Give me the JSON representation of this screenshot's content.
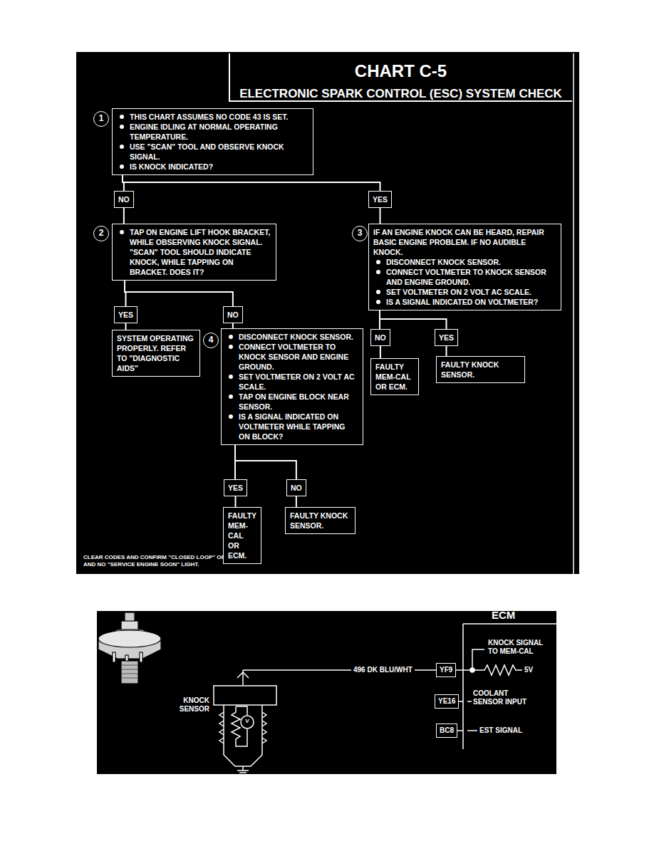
{
  "diagram": {
    "title": "CHART C-5",
    "caption": "CLEAR CODES AND CONFIRM \"CLOSED LOOP\" OPERATION AND NO \"SERVICE ENGINE SOON\" LIGHT.",
    "nodes": [
      {
        "text": [
          "THIS CHART ASSUMES NO CODE 43 IS SET.",
          "ENGINE IDLING AT NORMAL OPERATING TEMPERATURE.",
          "USE \"SCAN\" TOOL AND OBSERVE KNOCK SIGNAL.",
          "IS KNOCK INDICATED?"
        ]
      },
      {
        "text": [
          "NO"
        ]
      },
      {
        "text": [
          "YES"
        ]
      },
      {
        "text": [
          "TAP ON ENGINE LIFT HOOK BRACKET, WHILE OBSERVING KNOCK SIGNAL. \"SCAN\" TOOL SHOULD INDICATE KNOCK, WHILE TAPPING ON BRACKET. DOES IT?"
        ]
      },
      {
        "text": [
          "IF AN ENGINE KNOCK CAN BE HEARD, REPAIR BASIC ENGINE PROBLEM. IF NO AUDIBLE KNOCK.",
          "DISCONNECT KNOCK SENSOR.",
          "CONNECT VOLTMETER TO KNOCK SENSOR AND ENGINE GROUND.",
          "SET VOLTMETER ON 2 VOLT AC SCALE.",
          "IS A SIGNAL INDICATED ON VOLTMETER?"
        ]
      },
      {
        "text": [
          "YES"
        ]
      },
      {
        "text": [
          "NO"
        ]
      },
      {
        "text": [
          "SYSTEM OPERATING PROPERLY. REFER TO \"DIAGNOSTIC AIDS\""
        ]
      },
      {
        "text": [
          "DISCONNECT KNOCK SENSOR.",
          "CONNECT VOLTMETER TO KNOCK SENSOR AND ENGINE GROUND.",
          "SET VOLTMETER ON 2 VOLT AC SCALE.",
          "TAP ON ENGINE BLOCK NEAR SENSOR.",
          "IS A SIGNAL INDICATED ON VOLTMETER WHILE TAPPING ON BLOCK?"
        ]
      },
      {
        "text": [
          "NO"
        ]
      },
      {
        "text": [
          "YES"
        ]
      },
      {
        "text": [
          "FAULTY MEM-CAL OR ECM."
        ]
      },
      {
        "text": [
          "FAULTY KNOCK SENSOR."
        ]
      },
      {
        "text": [
          "YES"
        ]
      },
      {
        "text": [
          "NO"
        ]
      },
      {
        "text": [
          "FAULTY MEM-CAL OR ECM."
        ]
      },
      {
        "text": [
          "FAULTY KNOCK SENSOR."
        ]
      },
      {
        "text": [
          "YF9"
        ]
      },
      {
        "text": [
          "YE16"
        ]
      },
      {
        "text": [
          "BC8"
        ]
      }
    ],
    "edges": [
      {
        "from": 0,
        "to": 1,
        "arrow": "none"
      },
      {
        "from": 0,
        "to": 2,
        "arrow": "none"
      },
      {
        "from": 1,
        "to": 3,
        "arrow": "none"
      },
      {
        "from": 2,
        "to": 4,
        "arrow": "none"
      },
      {
        "from": 3,
        "to": 5,
        "arrow": "none"
      },
      {
        "from": 3,
        "to": 6,
        "arrow": "none"
      },
      {
        "from": 5,
        "to": 7,
        "arrow": "none"
      },
      {
        "from": 6,
        "to": 8,
        "arrow": "none"
      },
      {
        "from": 4,
        "to": 9,
        "arrow": "none"
      },
      {
        "from": 4,
        "to": 10,
        "arrow": "none"
      },
      {
        "from": 9,
        "to": 11,
        "arrow": "none"
      },
      {
        "from": 10,
        "to": 12,
        "arrow": "none"
      },
      {
        "from": 8,
        "to": 13,
        "arrow": "none"
      },
      {
        "from": 8,
        "to": 14,
        "arrow": "none"
      },
      {
        "from": 13,
        "to": 15,
        "arrow": "none"
      },
      {
        "from": 14,
        "to": 16,
        "arrow": "none"
      }
    ],
    "labels": [
      "ELECTRONIC SPARK CONTROL (ESC) SYSTEM CHECK",
      "1",
      "2",
      "3",
      "4",
      "ECM",
      "KNOCK SIGNAL TO MEM-CAL",
      "5V",
      "COOLANT SENSOR INPUT",
      "EST SIGNAL",
      "KNOCK SENSOR",
      "496 DK BLU/WHT",
      "V"
    ]
  }
}
